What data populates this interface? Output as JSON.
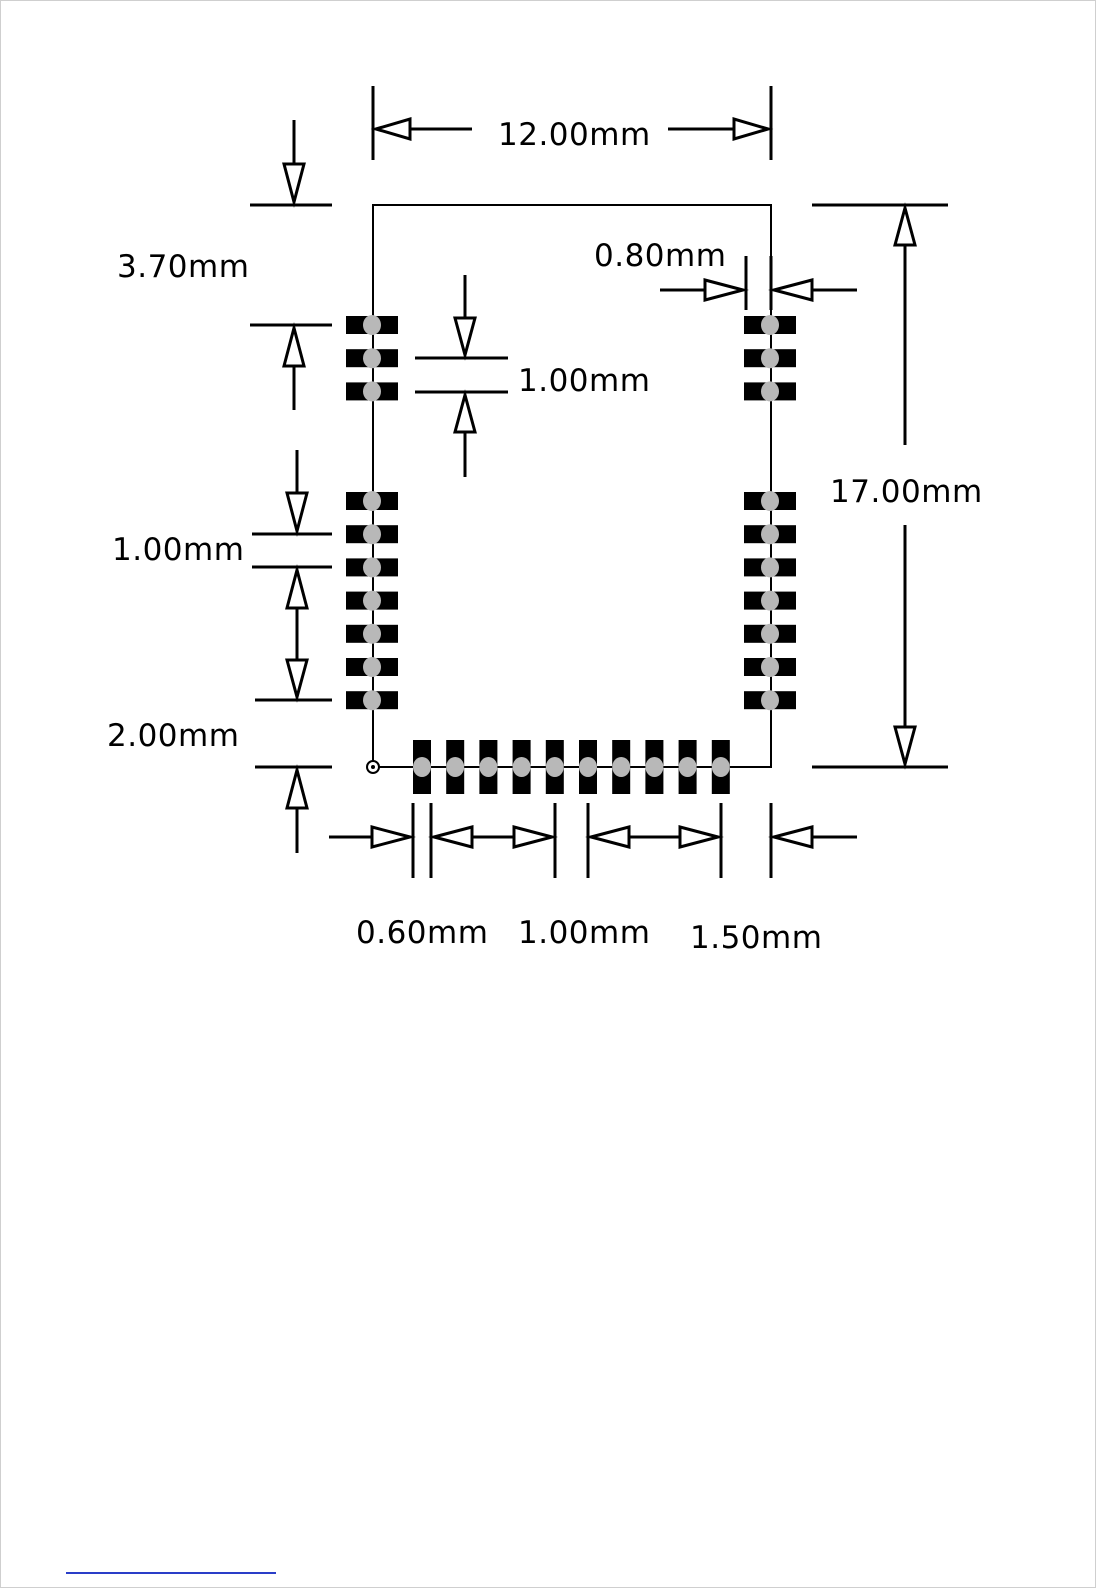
{
  "dimensions": {
    "width": "12.00mm",
    "height": "17.00mm",
    "top_offset": "3.70mm",
    "pad_width": "0.80mm",
    "top_pitch": "1.00mm",
    "side_gap": "1.00mm",
    "bottom_offset": "2.00mm",
    "bottom_start": "0.60mm",
    "bottom_pitch": "1.00mm",
    "bottom_end": "1.50mm"
  },
  "colors": {
    "line": "#000000",
    "pad": "#000000",
    "via": "#b8b8b8",
    "link": "#2a3ec8"
  },
  "pins": {
    "left_top_group": 3,
    "left_mid_group": 7,
    "right_top_group": 3,
    "right_mid_group": 7,
    "bottom_row": 10
  }
}
